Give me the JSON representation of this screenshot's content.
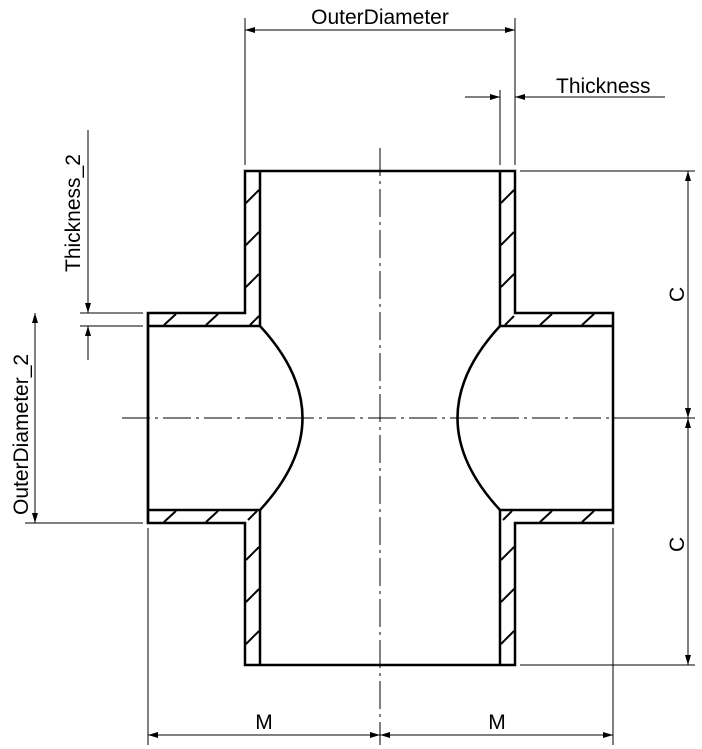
{
  "labels": {
    "outer_diameter": "OuterDiameter",
    "thickness": "Thickness",
    "thickness_2": "Thickness_2",
    "outer_diameter_2": "OuterDiameter_2",
    "c_top": "C",
    "c_bottom": "C",
    "m_left": "M",
    "m_right": "M"
  }
}
